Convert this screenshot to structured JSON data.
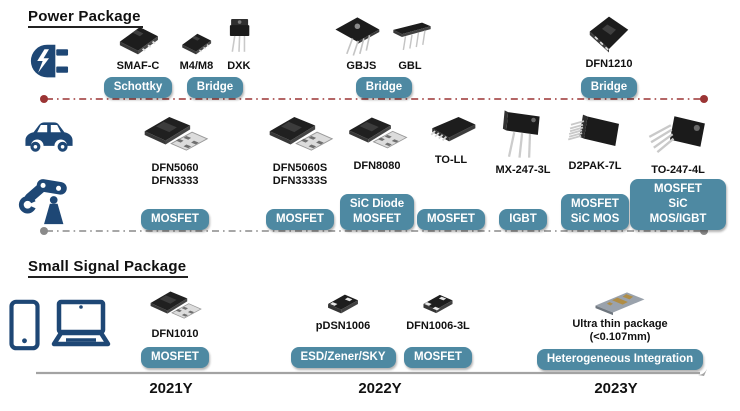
{
  "colors": {
    "badge_teal": "#4e89a2",
    "icon_navy": "#1e4775",
    "line_red": "#9b3434",
    "line_gray": "#8a8a8a",
    "timeline_gray": "#a3a3a3"
  },
  "icons": {
    "power_segment": "plug-icon",
    "automotive_segment": "car-icon",
    "industrial_segment": "robot-arm-icon",
    "mobile_segment": "smartphone-icon",
    "computing_segment": "laptop-icon"
  },
  "power": {
    "title": "Power Package",
    "row1": {
      "groups": [
        {
          "name": "SMAF-C",
          "badge": "Schottky"
        },
        {
          "name_a": "M4/M8",
          "name_b": "DXK",
          "badge": "Bridge"
        },
        {
          "name_a": "GBJS",
          "name_b": "GBL",
          "badge": "Bridge"
        },
        {
          "name": "DFN1210",
          "badge": "Bridge"
        }
      ]
    },
    "row2": {
      "groups": [
        {
          "name": "DFN5060\nDFN3333",
          "badge": "MOSFET"
        },
        {
          "name": "DFN5060S\nDFN3333S",
          "badge": "MOSFET"
        },
        {
          "name": "DFN8080",
          "badge": "SiC Diode\nMOSFET"
        },
        {
          "name": "TO-LL",
          "badge": "MOSFET"
        },
        {
          "name": "MX-247-3L",
          "badge": "IGBT"
        },
        {
          "name": "D2PAK-7L",
          "badge": "MOSFET\nSiC MOS"
        },
        {
          "name": "TO-247-4L",
          "badge": "MOSFET\nSiC MOS/IGBT"
        }
      ]
    }
  },
  "small_signal": {
    "title": "Small Signal Package",
    "groups": [
      {
        "name": "DFN1010",
        "badge": "MOSFET"
      },
      {
        "name": "pDSN1006",
        "badge": "ESD/Zener/SKY"
      },
      {
        "name": "DFN1006-3L",
        "badge": "MOSFET"
      },
      {
        "name": "Ultra thin package",
        "sub": "(<0.107mm)",
        "badge": "Heterogeneous Integration"
      }
    ]
  },
  "timeline": {
    "years": [
      "2021Y",
      "2022Y",
      "2023Y"
    ]
  }
}
